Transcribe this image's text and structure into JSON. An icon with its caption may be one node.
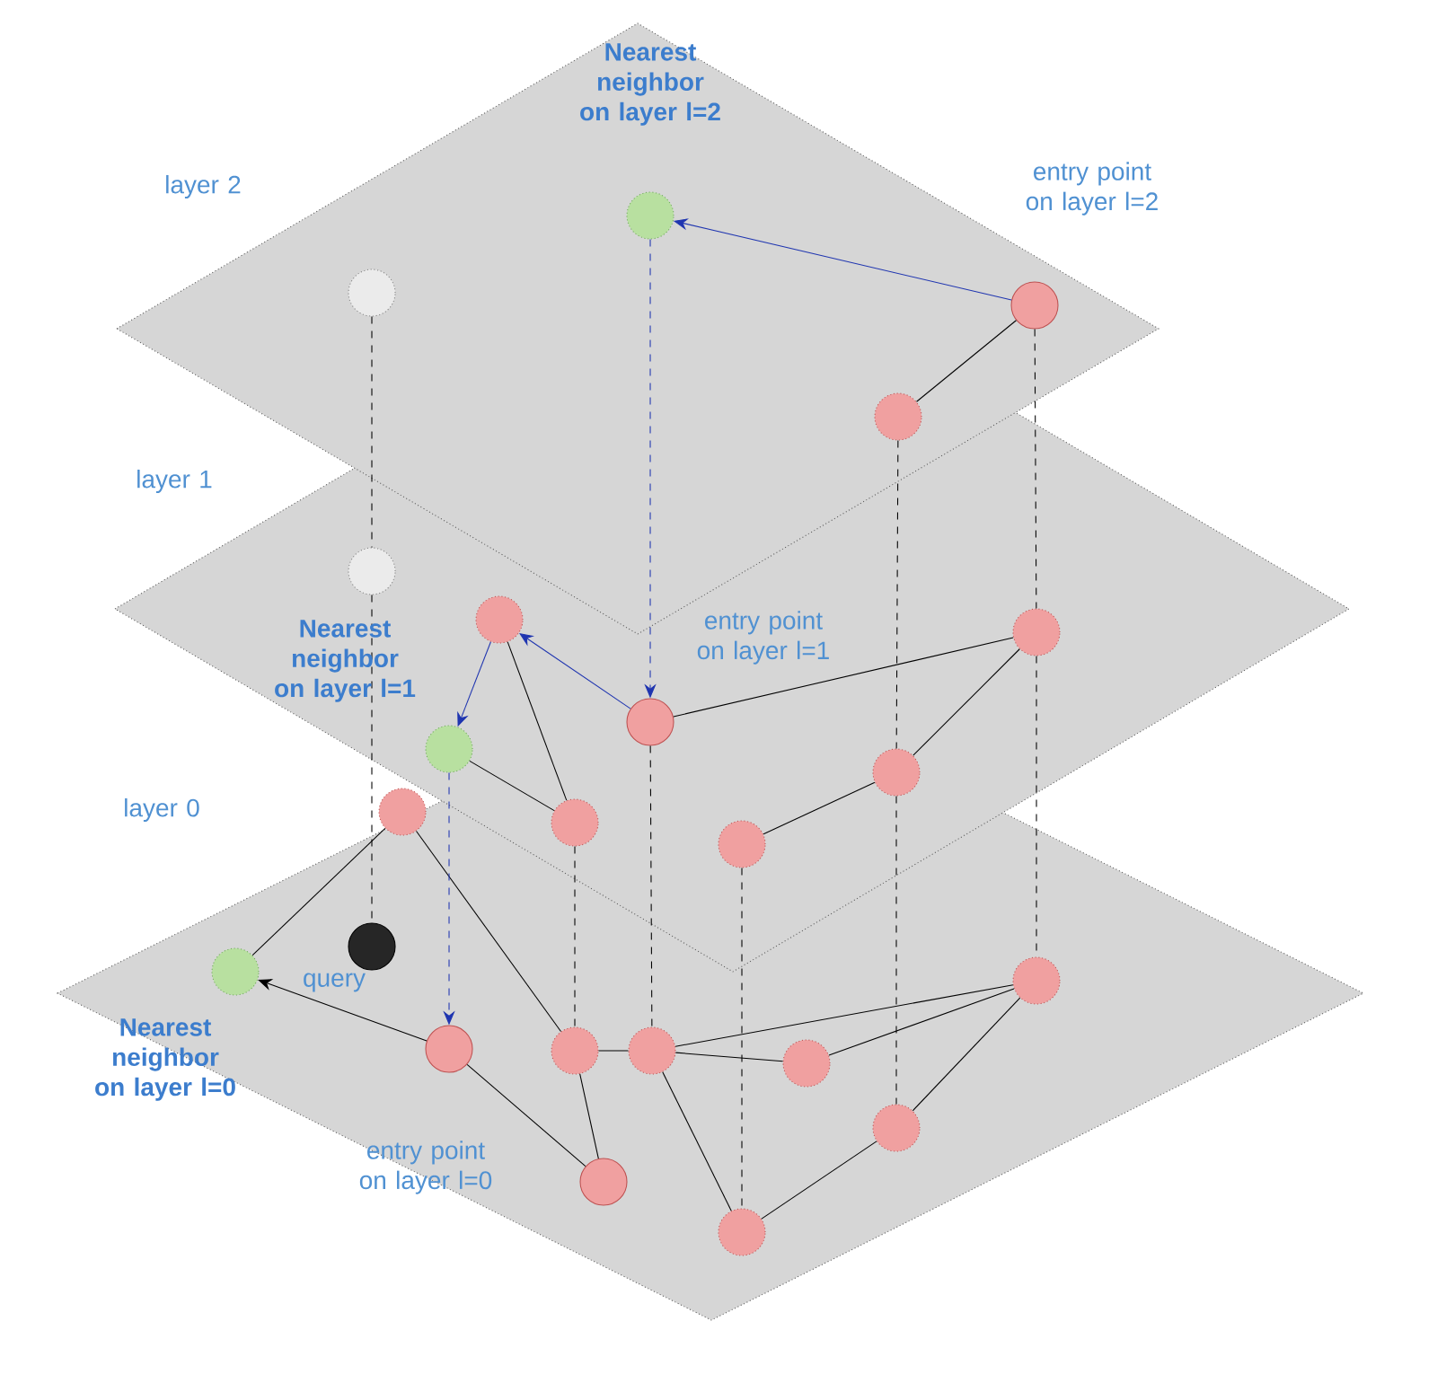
{
  "diagram": {
    "nodes": [
      {
        "text": [],
        "shape": "circle"
      },
      {
        "text": [],
        "shape": "circle"
      },
      {
        "text": [],
        "shape": "circle"
      },
      {
        "text": [],
        "shape": "circle"
      },
      {
        "text": [],
        "shape": "circle"
      },
      {
        "text": [],
        "shape": "circle"
      },
      {
        "text": [],
        "shape": "circle"
      },
      {
        "text": [],
        "shape": "circle"
      },
      {
        "text": [],
        "shape": "circle"
      },
      {
        "text": [],
        "shape": "circle"
      },
      {
        "text": [],
        "shape": "circle"
      },
      {
        "text": [],
        "shape": "circle"
      },
      {
        "text": [],
        "shape": "circle"
      },
      {
        "text": [],
        "shape": "circle"
      },
      {
        "text": [],
        "shape": "circle"
      },
      {
        "text": [],
        "shape": "circle"
      },
      {
        "text": [],
        "shape": "circle"
      },
      {
        "text": [],
        "shape": "circle"
      },
      {
        "text": [],
        "shape": "circle"
      },
      {
        "text": [],
        "shape": "circle"
      },
      {
        "text": [],
        "shape": "circle"
      },
      {
        "text": [],
        "shape": "circle"
      },
      {
        "text": [],
        "shape": "circle"
      }
    ],
    "edges": [
      {
        "from": 2,
        "to": 1,
        "arrow": "to",
        "color": "#1f35b0"
      },
      {
        "from": 2,
        "to": 3,
        "arrow": "none"
      },
      {
        "from": 7,
        "to": 5,
        "arrow": "to",
        "color": "#1f35b0"
      },
      {
        "from": 5,
        "to": 6,
        "arrow": "to",
        "color": "#1f35b0"
      },
      {
        "from": 5,
        "to": 10,
        "arrow": "none"
      },
      {
        "from": 6,
        "to": 10,
        "arrow": "none"
      },
      {
        "from": 7,
        "to": 8,
        "arrow": "none"
      },
      {
        "from": 8,
        "to": 9,
        "arrow": "none"
      },
      {
        "from": 9,
        "to": 11,
        "arrow": "none"
      },
      {
        "from": 12,
        "to": 14,
        "arrow": "none"
      },
      {
        "from": 12,
        "to": 16,
        "arrow": "none"
      },
      {
        "from": 15,
        "to": 14,
        "arrow": "to"
      },
      {
        "from": 15,
        "to": 20,
        "arrow": "none"
      },
      {
        "from": 16,
        "to": 20,
        "arrow": "none"
      },
      {
        "from": 16,
        "to": 17,
        "arrow": "none"
      },
      {
        "from": 17,
        "to": 19,
        "arrow": "none"
      },
      {
        "from": 17,
        "to": 18,
        "arrow": "none"
      },
      {
        "from": 18,
        "to": 19,
        "arrow": "none"
      },
      {
        "from": 19,
        "to": 21,
        "arrow": "none"
      },
      {
        "from": 21,
        "to": 22,
        "arrow": "none"
      },
      {
        "from": 17,
        "to": 22,
        "arrow": "none"
      },
      {
        "from": 0,
        "to": 4,
        "arrow": "none",
        "style": "dashed"
      },
      {
        "from": 4,
        "to": 13,
        "arrow": "none",
        "style": "dashed"
      },
      {
        "from": 1,
        "to": 7,
        "arrow": "to",
        "style": "dashed",
        "color": "#1f35b0"
      },
      {
        "from": 6,
        "to": 15,
        "arrow": "to",
        "style": "dashed",
        "color": "#1f35b0"
      },
      {
        "from": 2,
        "to": 8,
        "arrow": "none",
        "style": "dashed"
      },
      {
        "from": 8,
        "to": 19,
        "arrow": "none",
        "style": "dashed"
      },
      {
        "from": 3,
        "to": 9,
        "arrow": "none",
        "style": "dashed"
      },
      {
        "from": 9,
        "to": 21,
        "arrow": "none",
        "style": "dashed"
      },
      {
        "from": 10,
        "to": 16,
        "arrow": "none",
        "style": "dashed"
      },
      {
        "from": 11,
        "to": 22,
        "arrow": "none",
        "style": "dashed"
      },
      {
        "from": 7,
        "to": 17,
        "arrow": "none",
        "style": "dashed"
      }
    ],
    "labels": [
      "Nearest neighbor on layer l=2",
      "layer 2",
      "entry point on layer l=2",
      "layer 1",
      "Nearest neighbor on layer l=1",
      "entry point on layer l=1",
      "layer 0",
      "query",
      "Nearest neighbor on layer l=0",
      "entry point on layer l=0"
    ]
  }
}
